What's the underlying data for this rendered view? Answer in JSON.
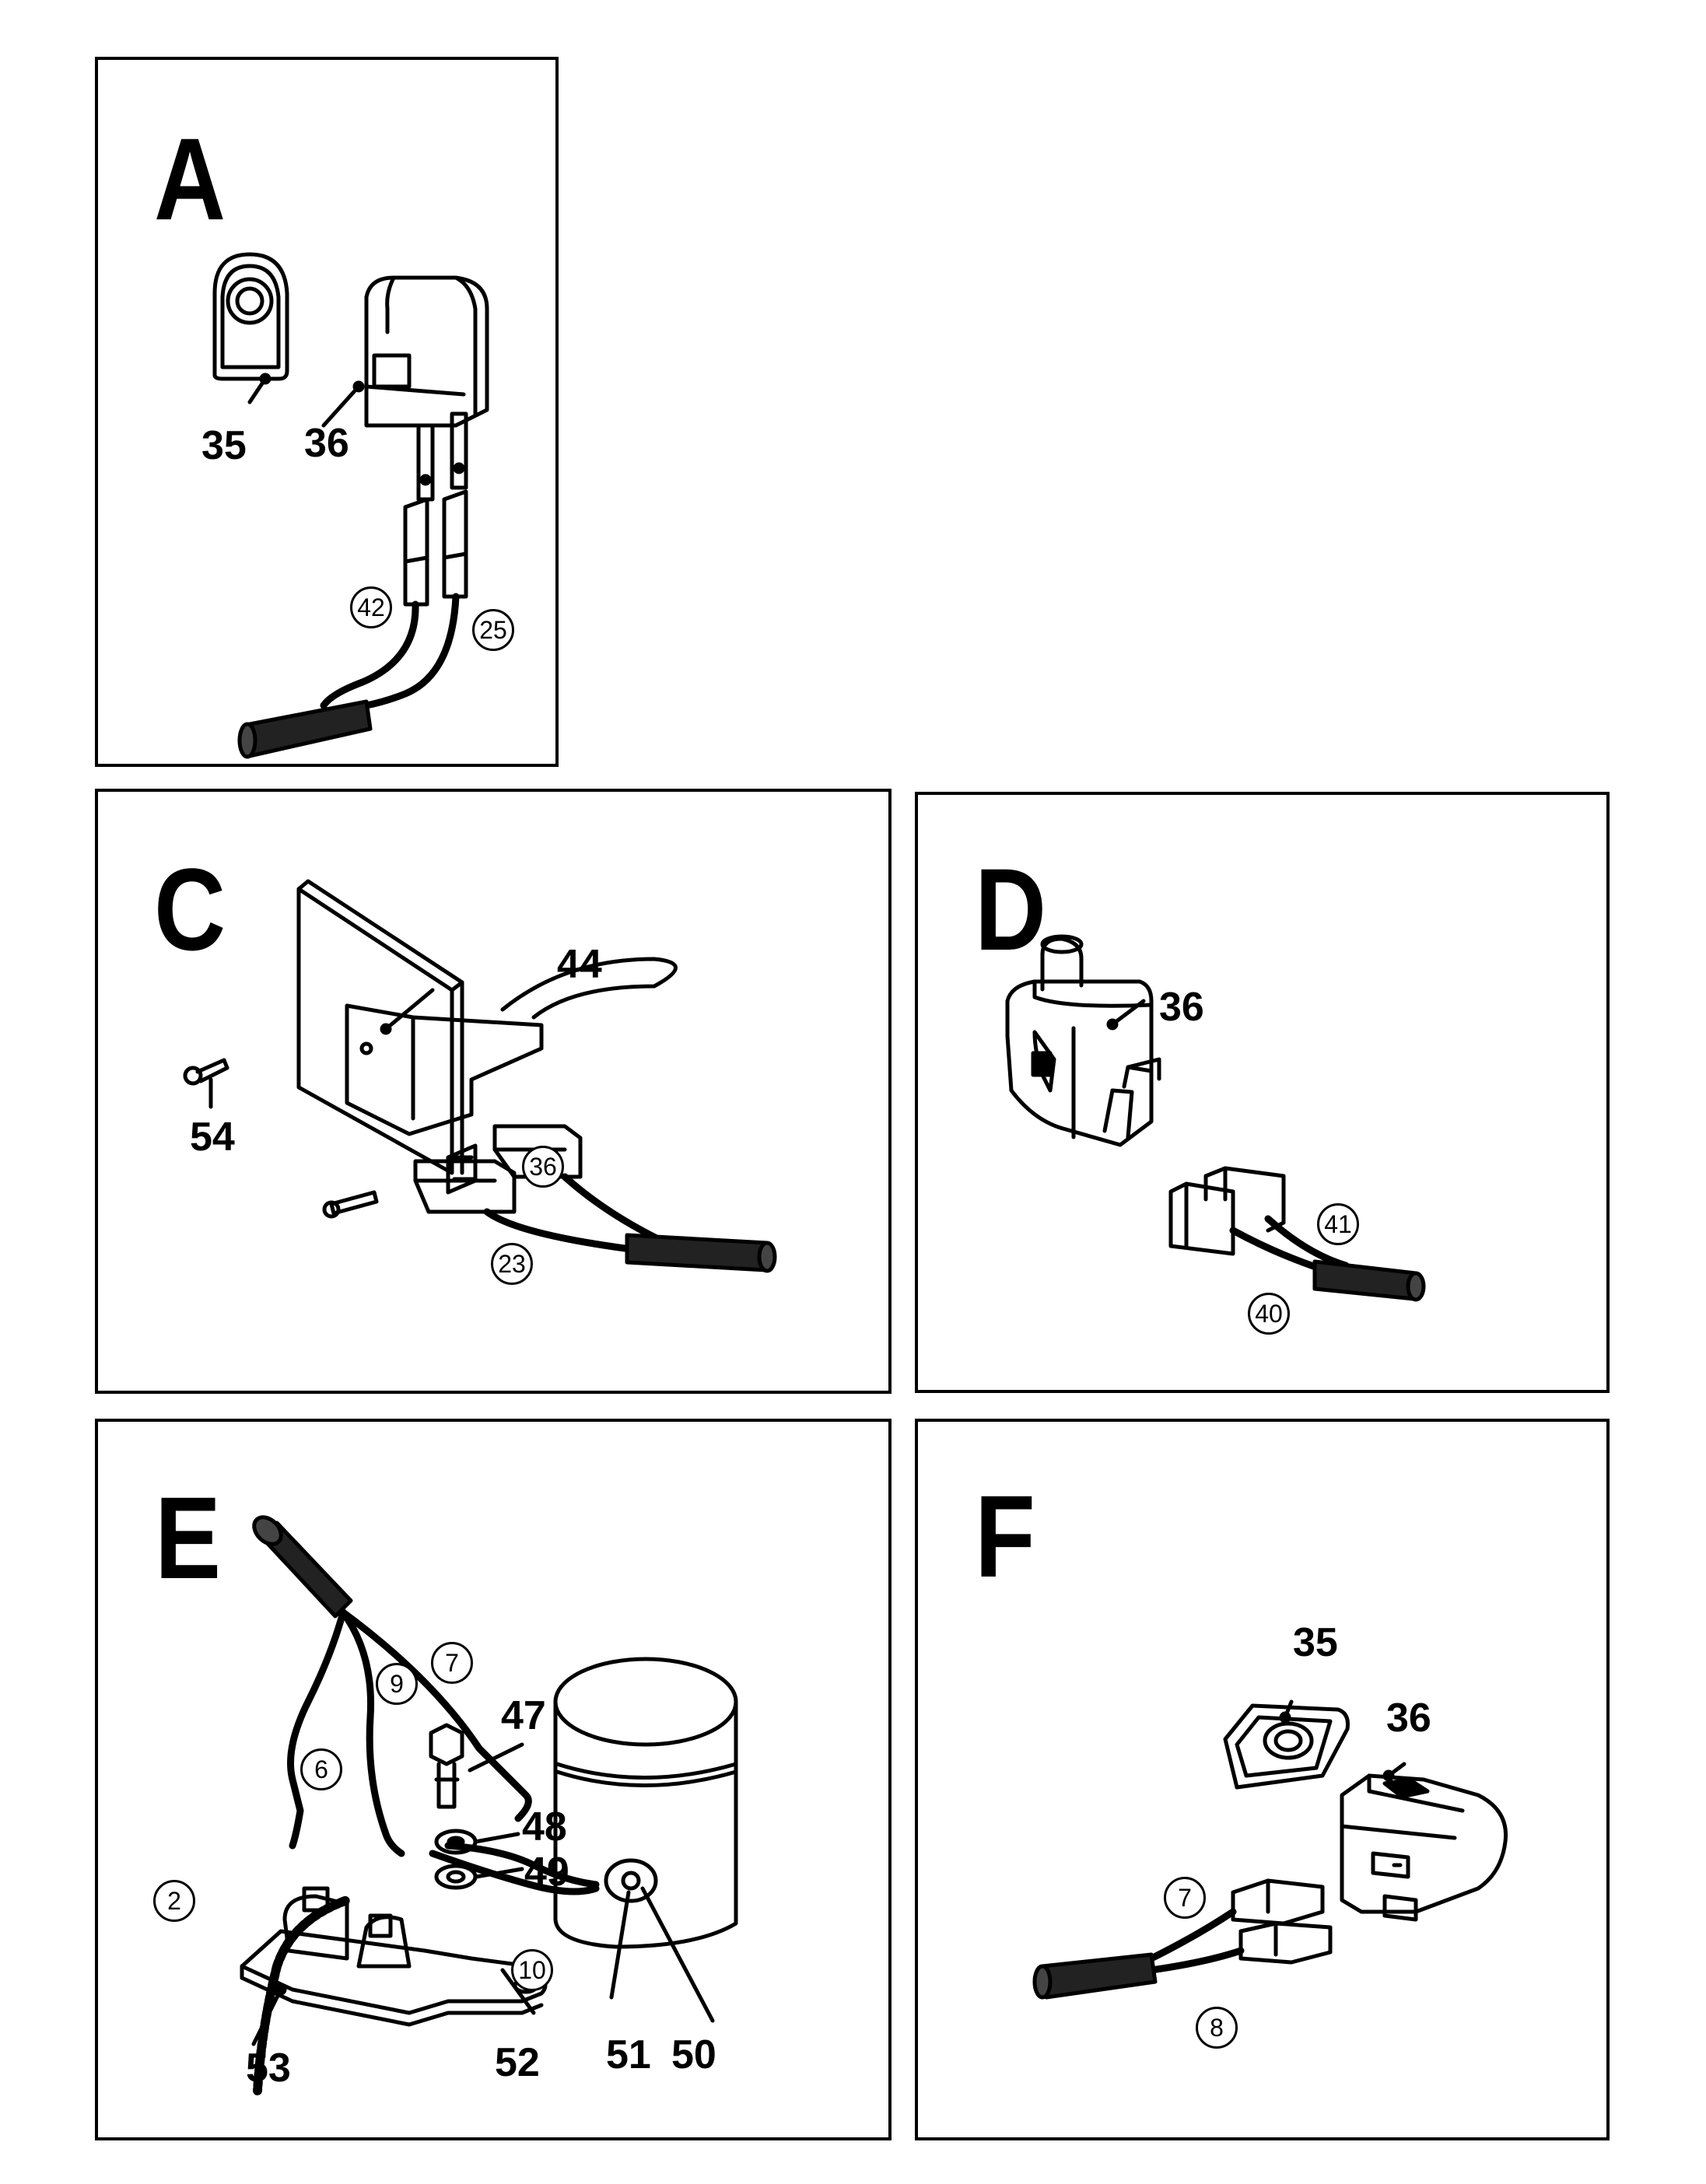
{
  "panels": {
    "a": {
      "letter": "A",
      "labels": {
        "l35": "35",
        "l36": "36",
        "c42": "42",
        "c25": "25"
      }
    },
    "c": {
      "letter": "C",
      "labels": {
        "l44": "44",
        "l54": "54",
        "c36": "36",
        "c23": "23"
      }
    },
    "d": {
      "letter": "D",
      "labels": {
        "l36": "36",
        "c41": "41",
        "c40": "40"
      }
    },
    "e": {
      "letter": "E",
      "labels": {
        "l47": "47",
        "l48": "48",
        "l49": "49",
        "l53": "53",
        "l52": "52",
        "l51": "51",
        "l50": "50",
        "c2": "2",
        "c6": "6",
        "c9": "9",
        "c7": "7",
        "c10": "10"
      }
    },
    "f": {
      "letter": "F",
      "labels": {
        "l35": "35",
        "l36": "36",
        "c7": "7",
        "c8": "8"
      }
    }
  }
}
